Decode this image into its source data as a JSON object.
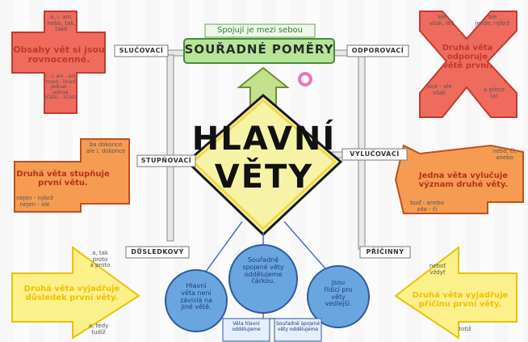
{
  "top_note": "Spojují je mezi sebou",
  "top_title": "SOUŘADNÉ POMĚRY",
  "center_title_line1": "HLAVNÍ",
  "center_title_line2": "VĚTY",
  "labels": {
    "slucovaci": "SLUČOVACÍ",
    "odporovaci": "ODPOROVACÍ",
    "stupnovaci": "STUPŇOVACÍ",
    "vylucovaci": "VYLUČOVACÍ",
    "dusledkovy": "DŮSLEDKOVÝ",
    "pricinny": "PŘÍČINNÝ"
  },
  "top_left": {
    "conj_top": "a, i, ani,\nnebo, tak,\ntaké",
    "text": "Obsahy vět si jsou\nrovnocenné.",
    "conj_bottom": "i - i, ani - ani\nhned - hned\njednak - jednak\nzčásti - zčásti"
  },
  "top_right": {
    "conj_top_left": "ale\nvšak, leč",
    "conj_top_right": "ale\njenže, nýbrž",
    "text": "Druhá věta\nodporuje\nvětě první.",
    "conj_bottom_left": "sice - ale\nvšak",
    "conj_bottom_right": "a přece\n(a)"
  },
  "mid_left": {
    "conj_top": "ba dokonce\nale i, dokonce",
    "text": "Druhá věta stupňuje\nprvní větu.",
    "conj_bottom": "nejen - nýbrž\nnejen - ale"
  },
  "mid_right": {
    "conj_top": "nebo, či,\nanebo",
    "text": "Jedna věta vylučuje\nvýznam druhé věty.",
    "conj_bottom": "buď - anebo\nzda - či"
  },
  "bottom_left": {
    "conj_top": "a, tak\nproto\na proto",
    "text": "Druhá věta vyjadřuje\ndůsledek první věty.",
    "conj_bottom": "a, tedy\ntudíž"
  },
  "bottom_right": {
    "conj_top": "neboť\nvždyť",
    "text": "Druhá věta vyjadřuje\npříčinu první věty.",
    "conj_bottom": "totiž"
  },
  "circles": {
    "left": "Hlavní\nvěta není\nzávislá na\njiné větě.",
    "middle": "Souřadně\nspojené věty\noddělujeme\nčárkou.",
    "right": "Jsou\nřídící pro\nvěty\nvedlejší."
  },
  "bottom_boxes": {
    "left": "Věta hlavní\noddělujeme",
    "right": "Souřadně spojené\nvěty oddělujeme"
  },
  "colors": {
    "red": "#ef6b5d",
    "orange": "#f59c52",
    "yellow": "#fbf08a",
    "green": "#b6e59a",
    "blue": "#69a6e0",
    "center": "#f7f3a6"
  }
}
